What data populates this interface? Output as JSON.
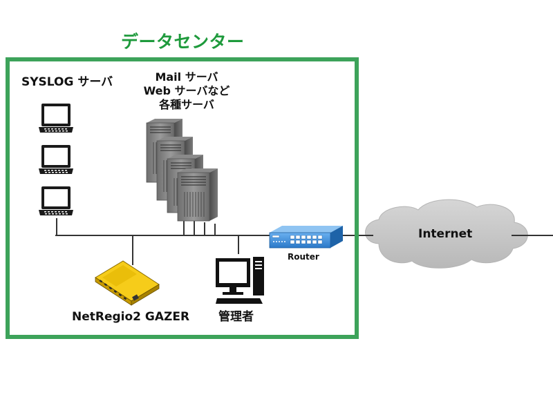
{
  "datacenter": {
    "title": "データセンター",
    "frame_color": "#3da35a",
    "title_color": "#1e9a3c"
  },
  "syslog": {
    "label": "SYSLOG サーバ",
    "laptop_count": 3
  },
  "servers": {
    "label_lines": [
      "Mail サーバ",
      "Web サーバなど",
      "各種サーバ"
    ],
    "tower_count": 4
  },
  "gazer": {
    "label": "NetRegio2 GAZER",
    "color": "#f2c200"
  },
  "admin": {
    "label": "管理者"
  },
  "router": {
    "label": "Router",
    "color": "#2f7fd0"
  },
  "internet": {
    "label": "Internet",
    "cloud_color": "#c9c9c9"
  },
  "icons": [
    "laptop-icon",
    "server-tower-icon",
    "gazer-device-icon",
    "desktop-pc-icon",
    "router-icon",
    "cloud-icon"
  ]
}
